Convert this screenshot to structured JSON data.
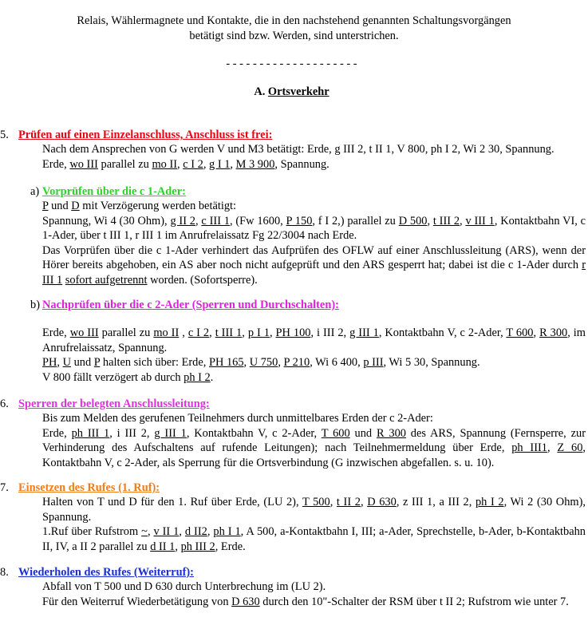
{
  "intro": {
    "line1": "Relais, Wählermagnete und Kontakte, die in den nachstehend genannten Schaltungsvorgängen",
    "line2": "betätigt sind bzw. Werden, sind unterstrichen.",
    "divider": "- - - - - - - - - - - - - - - - - - - -"
  },
  "title": {
    "prefix": "A. ",
    "text": "Ortsverkehr"
  },
  "colors": {
    "red": "#e30613",
    "green": "#25d625",
    "magenta": "#e020e0",
    "orange": "#ef7d1c",
    "blue": "#1a2fd0"
  },
  "s5": {
    "num": "5.",
    "heading": "Prüfen auf einen Einzelanschluss, Anschluss ist frei:",
    "l1": "Nach dem Ansprechen von G werden V und M3 betätigt: Erde, g III 2, t II 1, V 800, ph I 2, Wi 2  30, Spannung.",
    "l2": [
      "Erde, ",
      "wo III",
      " parallel zu ",
      "mo II",
      ", ",
      "c I 2",
      ", ",
      "g I 1",
      ", ",
      "M 3  900",
      ", Spannung."
    ],
    "a": {
      "label": "a)",
      "heading": "Vorprüfen über die c 1-Ader:",
      "l1": [
        "P",
        " und ",
        "D",
        " mit Verzögerung werden betätigt:"
      ],
      "l2": [
        "Spannung, Wi 4  (30 Ohm), ",
        "g II 2",
        ", ",
        "c III 1",
        ", (Fw 1600, ",
        "P 150",
        ", f I 2,) parallel zu ",
        "D 500",
        ", ",
        "t III 2",
        ", ",
        "v III 1",
        ", Kontaktbahn VI, c 1-Ader, über t III 1, r III 1 im Anrufrelaissatz Fg 22/3004 nach Erde."
      ],
      "l3": [
        "Das Vorprüfen über die c 1-Ader verhindert das Aufprüfen des OFLW auf einer Anschlussleitung (ARS), wenn der Hörer bereits abgehoben, ein AS aber noch nicht aufgeprüft und den ARS gesperrt hat; dabei ist die c 1-Ader durch ",
        "r III 1",
        " ",
        "sofort aufgetrennt",
        " worden. (Sofortsperre)."
      ]
    },
    "b": {
      "label": "b)",
      "heading": "Nachprüfen über die c 2-Ader (Sperren und Durchschalten):",
      "l1": [
        "Erde, ",
        "wo III",
        " parallel zu ",
        "mo II",
        " , ",
        "c I 2",
        ", ",
        "t III 1",
        ", ",
        "p I 1",
        ", ",
        "PH 100",
        ", i III 2, ",
        "g III 1",
        ", Kontaktbahn V, c 2-Ader, ",
        "T 600",
        ", ",
        "R 300",
        ", im Anrufrelaissatz, Spannung."
      ],
      "l2": [
        "PH",
        ", ",
        "U",
        " und ",
        "P",
        " halten sich über: Erde, ",
        "PH 165",
        ", ",
        "U 750",
        ", ",
        "P 210",
        ", Wi 6  400, ",
        "p III",
        ", Wi 5  30, Spannung."
      ],
      "l3": [
        "V 800 fällt verzögert ab durch ",
        "ph I 2",
        "."
      ]
    }
  },
  "s6": {
    "num": "6.",
    "heading": "Sperren der belegten Anschlussleitung:",
    "l1": "Bis zum Melden des gerufenen Teilnehmers durch unmittelbares Erden der c 2-Ader:",
    "l2": [
      "Erde, ",
      "ph III 1",
      ", i III 2, ",
      "g III 1",
      ", Kontaktbahn V, c 2-Ader, ",
      "T 600",
      " und ",
      "R 300",
      " des ARS, Spannung (Fernsperre, zur Verhinderung des Aufschaltens auf rufende Leitungen); nach Teilnehmermeldung über Erde, ",
      "ph III1",
      ", ",
      "Z 60",
      ", Kontaktbahn V, c 2-Ader, als Sperrung für die Ortsverbindung (G inzwischen abgefallen. s. u. 10)."
    ]
  },
  "s7": {
    "num": "7.",
    "heading": "Einsetzen des Rufes (1. Ruf):",
    "l1": [
      "Halten von T und D für den 1. Ruf über Erde, (LU 2), ",
      "T 500",
      ", ",
      "t II 2",
      ", ",
      "D 630",
      ", z III 1, a III 2, ",
      "ph I 2",
      ", Wi 2  (30 Ohm), Spannung."
    ],
    "l2": [
      "1.Ruf über Rufstrom ",
      "~",
      ", ",
      "v II 1",
      ", ",
      "d II2",
      ", ",
      "ph I 1",
      ", A 500, a-Kontaktbahn I, III; a-Ader, Sprechstelle, b-Ader, b-Kontaktbahn II, IV, a II 2 parallel zu ",
      "d II 1",
      ", ",
      "ph III 2",
      ", Erde."
    ]
  },
  "s8": {
    "num": "8.",
    "heading": "Wiederholen des Rufes (Weiterruf):",
    "l1": "Abfall von T 500 und D 630 durch Unterbrechung im (LU 2).",
    "l2": [
      "Für den Weiterruf Wiederbetätigung von ",
      "D 630",
      " durch den 10\"-Schalter der RSM über t II 2; Rufstrom wie unter 7."
    ]
  }
}
